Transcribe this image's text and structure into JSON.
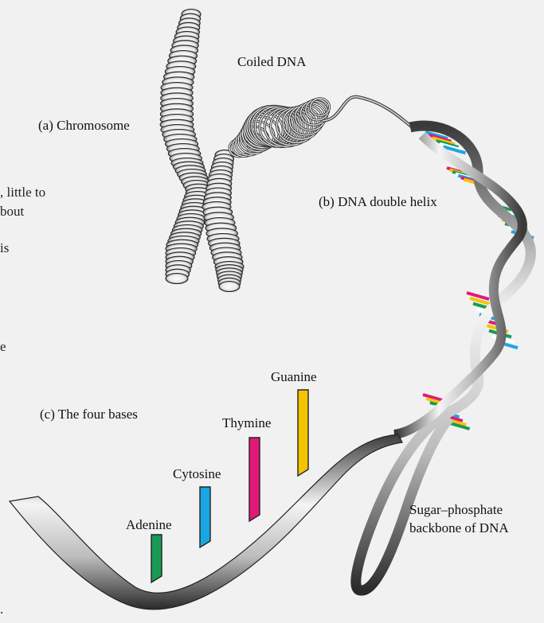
{
  "labels": {
    "chromosome": "(a) Chromosome",
    "coiled_dna": "Coiled DNA",
    "double_helix": "(b) DNA double helix",
    "four_bases": "(c) The four bases",
    "backbone_line1": "Sugar–phosphate",
    "backbone_line2": "backbone of DNA"
  },
  "bases": [
    {
      "name": "Adenine",
      "color": "#1a9a55"
    },
    {
      "name": "Cytosine",
      "color": "#1aa6e0"
    },
    {
      "name": "Thymine",
      "color": "#e0197a"
    },
    {
      "name": "Guanine",
      "color": "#f5c400"
    }
  ],
  "background_text": [
    ", little to",
    "bout",
    " is",
    "e",
    "."
  ],
  "rung_colors": [
    "#1aa6e0",
    "#e0197a",
    "#f5c400",
    "#1a9a55",
    "#ffffff"
  ],
  "colors": {
    "background": "#f1f1f1",
    "ribbon_light": "#f4f4f4",
    "ribbon_dark": "#3a3a3a"
  }
}
